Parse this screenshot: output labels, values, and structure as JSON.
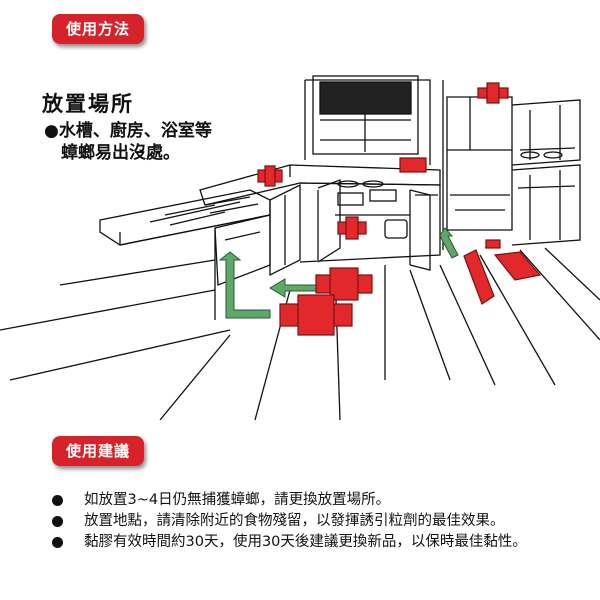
{
  "usage_tag": "使用方法",
  "placement": {
    "title": "放置場所",
    "line1": "●水槽、廚房、浴室等",
    "line2": "蟑螂易出沒處。"
  },
  "advice_tag": "使用建議",
  "advice": [
    {
      "text": "如放置3~4日仍無捕獲蟑螂，請更換放置場所。"
    },
    {
      "text": "放置地點，請清除附近的食物殘留，以發揮誘引粒劑的最佳效果。"
    },
    {
      "text": "黏膠有效時間約30天，使用30天後建議更換新品，以保時最佳黏性。"
    }
  ],
  "colors": {
    "accent": "#d7222a",
    "arrow": "#5fa86a",
    "trap": "#e3282c"
  }
}
